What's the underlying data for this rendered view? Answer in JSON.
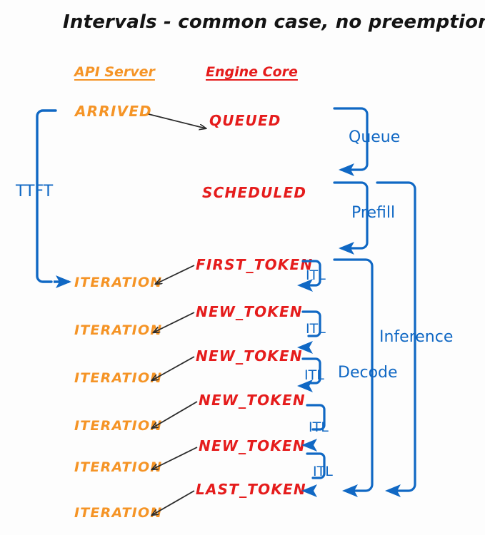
{
  "title": "Intervals - common case, no preemptions",
  "colors": {
    "background": "#fdfdfd",
    "api_server": "#f59426",
    "engine_core": "#e51c1c",
    "bracket_blue": "#1068c4",
    "arrow_black": "#2b2b2b"
  },
  "columns": {
    "api_server": "API Server",
    "engine_core": "Engine Core"
  },
  "states": {
    "arrived": "ARRIVED",
    "queued": "QUEUED",
    "scheduled": "SCHEDULED",
    "iteration": "ITERATION",
    "first_token": "FIRST_TOKEN",
    "new_token": "NEW_TOKEN",
    "last_token": "LAST_TOKEN"
  },
  "rows": [
    {
      "api": "ITERATION",
      "engine": "FIRST_TOKEN",
      "interval": "ITL"
    },
    {
      "api": "ITERATION",
      "engine": "NEW_TOKEN",
      "interval": "ITL"
    },
    {
      "api": "ITERATION",
      "engine": "NEW_TOKEN",
      "interval": "ITL"
    },
    {
      "api": "ITERATION",
      "engine": "NEW_TOKEN",
      "interval": "ITL"
    },
    {
      "api": "ITERATION",
      "engine": "NEW_TOKEN",
      "interval": "ITL"
    },
    {
      "api": "ITERATION",
      "engine": "LAST_TOKEN",
      "interval": ""
    }
  ],
  "intervals": {
    "ttft": "TTFT",
    "queue": "Queue",
    "prefill": "Prefill",
    "decode": "Decode",
    "inference": "Inference",
    "itl": "ITL"
  }
}
